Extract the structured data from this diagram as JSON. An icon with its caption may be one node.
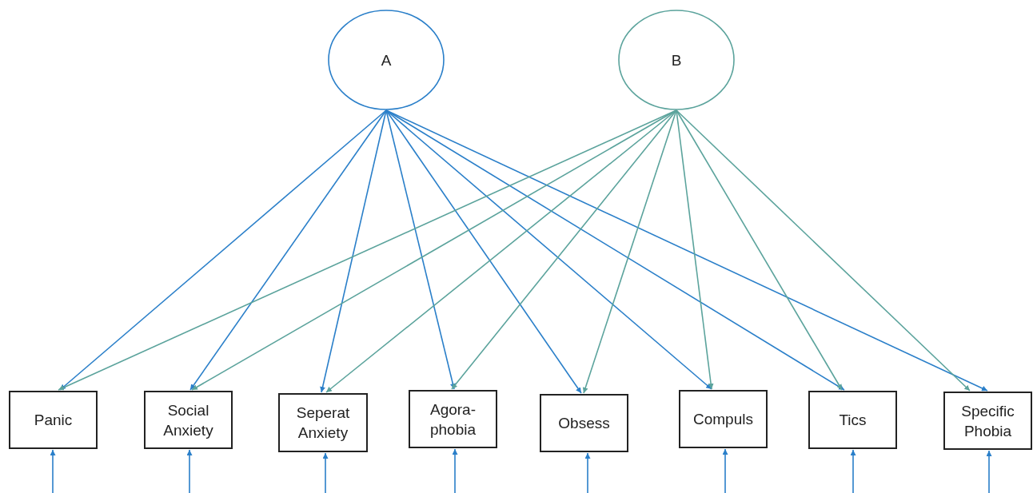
{
  "diagram": {
    "nodes": [
      {
        "text": [
          "A"
        ]
      },
      {
        "text": [
          "B"
        ]
      },
      {
        "text": [
          "Panic"
        ]
      },
      {
        "text": [
          "Social Anxiety"
        ]
      },
      {
        "text": [
          "Seperat Anxiety"
        ]
      },
      {
        "text": [
          "Agora- phobia"
        ]
      },
      {
        "text": [
          "Obsess"
        ]
      },
      {
        "text": [
          "Compuls"
        ]
      },
      {
        "text": [
          "Tics"
        ]
      },
      {
        "text": [
          "Specific Phobia"
        ]
      }
    ],
    "edges": [
      {
        "from": 0,
        "to": 2,
        "arrow": "to"
      },
      {
        "from": 0,
        "to": 3,
        "arrow": "to"
      },
      {
        "from": 0,
        "to": 4,
        "arrow": "to"
      },
      {
        "from": 0,
        "to": 5,
        "arrow": "to"
      },
      {
        "from": 0,
        "to": 6,
        "arrow": "to"
      },
      {
        "from": 0,
        "to": 7,
        "arrow": "to"
      },
      {
        "from": 0,
        "to": 8,
        "arrow": "to"
      },
      {
        "from": 0,
        "to": 9,
        "arrow": "to"
      },
      {
        "from": 1,
        "to": 2,
        "arrow": "to",
        "color": "#5ba39c"
      },
      {
        "from": 1,
        "to": 3,
        "arrow": "to",
        "color": "#5ba39c"
      },
      {
        "from": 1,
        "to": 4,
        "arrow": "to",
        "color": "#5ba39c"
      },
      {
        "from": 1,
        "to": 5,
        "arrow": "to",
        "color": "#5ba39c"
      },
      {
        "from": 1,
        "to": 6,
        "arrow": "to",
        "color": "#5ba39c"
      },
      {
        "from": 1,
        "to": 7,
        "arrow": "to",
        "color": "#5ba39c"
      },
      {
        "from": 1,
        "to": 8,
        "arrow": "to",
        "color": "#5ba39c"
      },
      {
        "from": 1,
        "to": 9,
        "arrow": "to",
        "color": "#5ba39c"
      },
      {
        "from": null,
        "to": 2,
        "arrow": "to"
      },
      {
        "from": null,
        "to": 3,
        "arrow": "to"
      },
      {
        "from": null,
        "to": 4,
        "arrow": "to"
      },
      {
        "from": null,
        "to": 5,
        "arrow": "to"
      },
      {
        "from": null,
        "to": 6,
        "arrow": "to"
      },
      {
        "from": null,
        "to": 7,
        "arrow": "to"
      },
      {
        "from": null,
        "to": 8,
        "arrow": "to"
      },
      {
        "from": null,
        "to": 9,
        "arrow": "to"
      }
    ]
  }
}
